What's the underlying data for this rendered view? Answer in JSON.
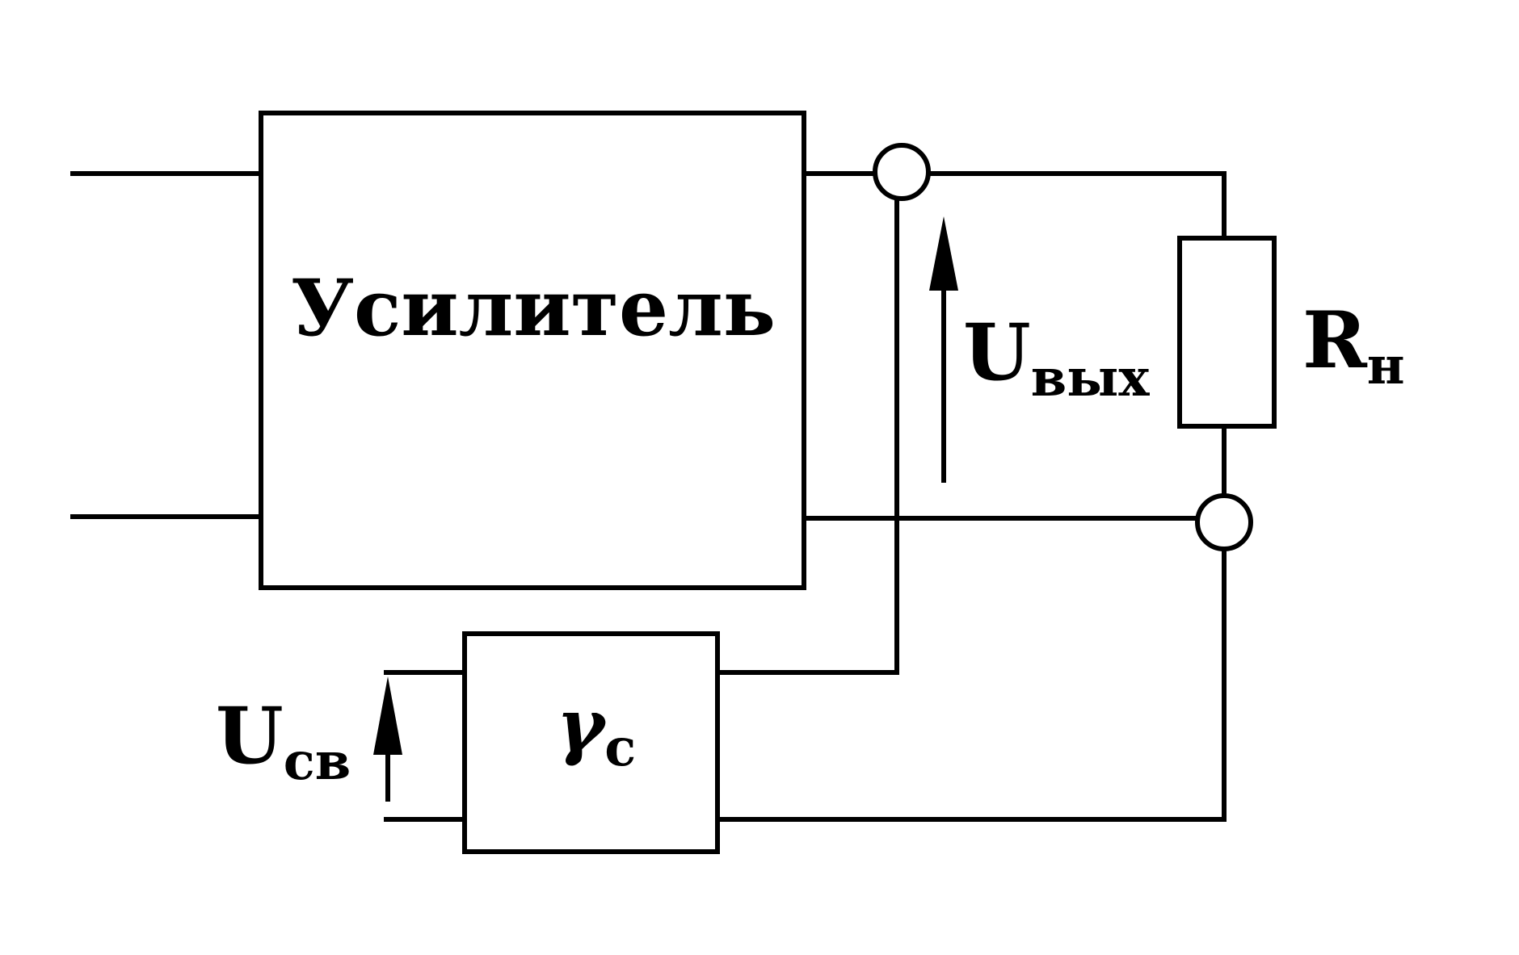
{
  "amplifier": {
    "label": "Усилитель"
  },
  "feedback_block": {
    "symbol": "γ",
    "subscript": "c"
  },
  "output_voltage": {
    "symbol": "U",
    "subscript": "вых"
  },
  "feedback_voltage": {
    "symbol": "U",
    "subscript": "св"
  },
  "load_resistor": {
    "symbol": "R",
    "subscript": "н"
  }
}
